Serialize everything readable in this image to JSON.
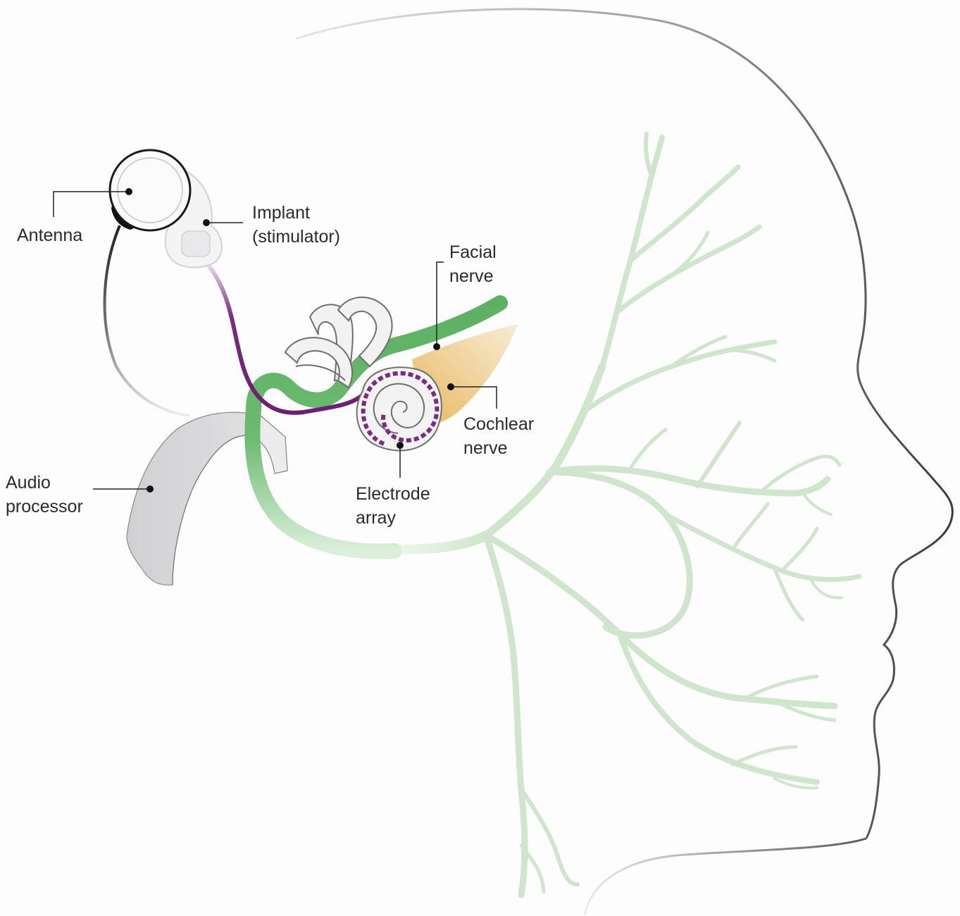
{
  "labels": {
    "antenna": "Antenna",
    "implant_line1": "Implant",
    "implant_line2": "(stimulator)",
    "facial_line1": "Facial",
    "facial_line2": "nerve",
    "cochlear_line1": "Cochlear",
    "cochlear_line2": "nerve",
    "electrode_line1": "Electrode",
    "electrode_line2": "array",
    "audio_line1": "Audio",
    "audio_line2": "processor"
  },
  "colors": {
    "head_outline": "#444444",
    "facial_nerve": "#62b46a",
    "nerve_branches": "#cfe6cc",
    "electrode_lead": "#7a2d7e",
    "cochlear_nerve": "#e9c47c",
    "device_grey": "#d4d4d6",
    "leader_line": "#222222"
  },
  "icons": {
    "antenna": "coil-ring-icon",
    "implant": "stimulator-icon",
    "audio_processor": "behind-ear-processor-icon",
    "inner_ear": "cochlea-icon"
  }
}
